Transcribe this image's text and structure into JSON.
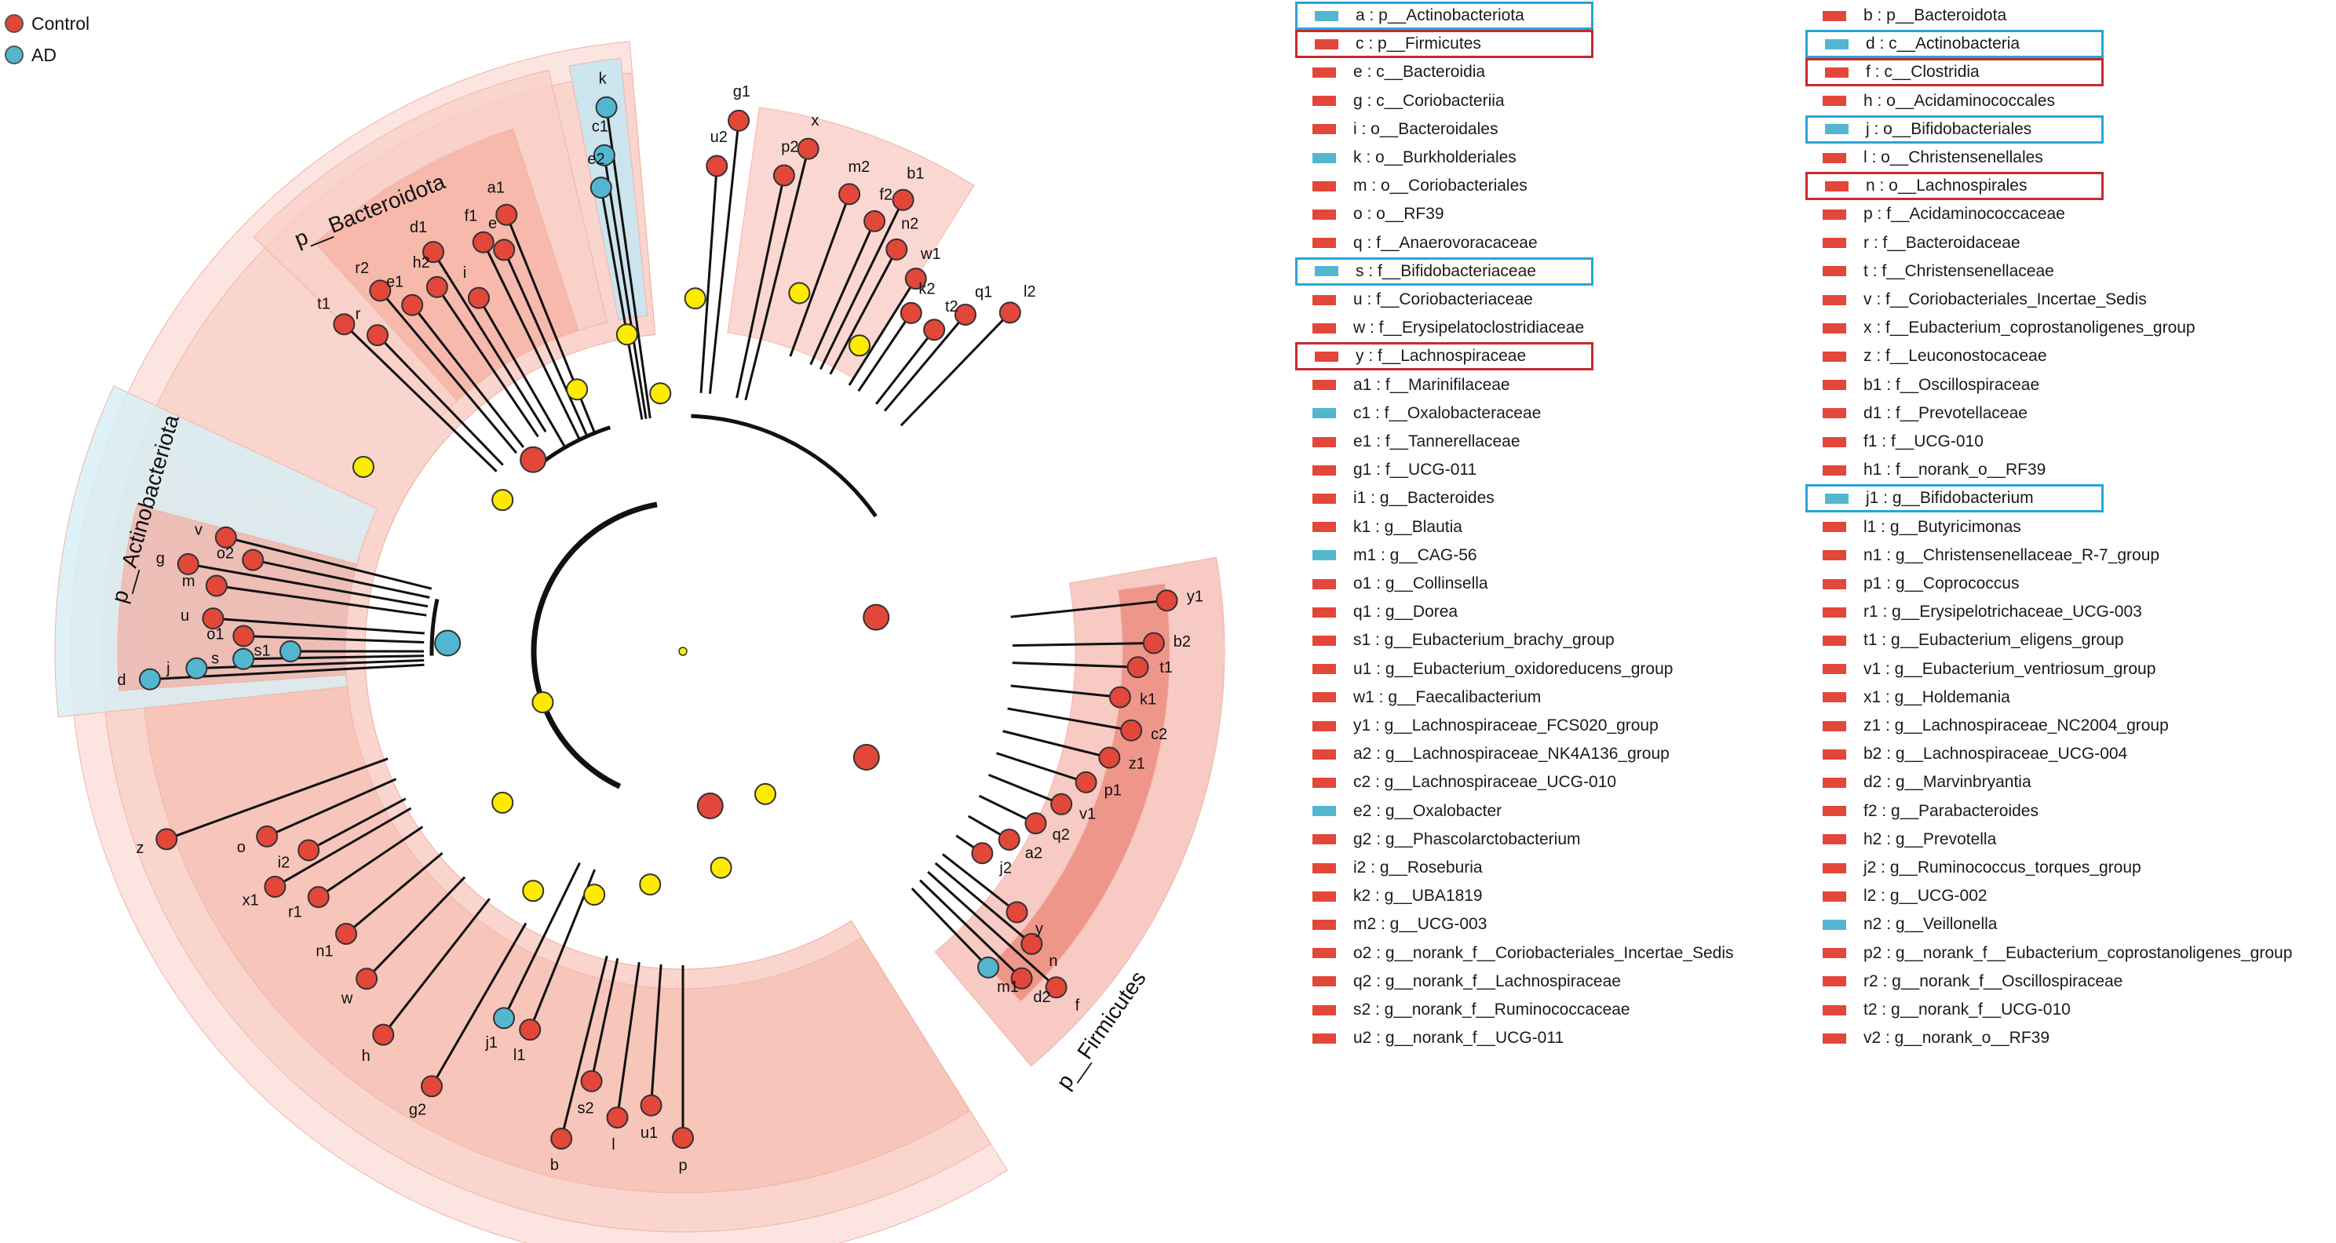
{
  "colors": {
    "control": "#e2473a",
    "ad": "#53b6cf",
    "node_neutral": "#ffeb00",
    "highlight_control": "#c62a2f",
    "highlight_ad": "#27a5d6"
  },
  "group_legend": [
    {
      "label": "Control",
      "group": "control"
    },
    {
      "label": "AD",
      "group": "ad"
    }
  ],
  "clade_labels": {
    "bacteroidota": "p__Bacteroidota",
    "actinobacteriota": "p__Actinobacteriota",
    "firmicutes": "p__Firmicutes"
  },
  "node_labels": {
    "e": "e",
    "i": "i",
    "a1": "a1",
    "f1": "f1",
    "d1": "d1",
    "h2": "h2",
    "e1": "e1",
    "r2": "r2",
    "r": "r",
    "t1": "t1",
    "k": "k",
    "c1": "c1",
    "e2": "e2",
    "g": "g",
    "m": "m",
    "v": "v",
    "o2": "o2",
    "u": "u",
    "o1": "o1",
    "d": "d",
    "j": "j",
    "s": "s",
    "s1": "s1",
    "g1": "g1",
    "u2": "u2",
    "x": "x",
    "p2": "p2",
    "b1": "b1",
    "m2": "m2",
    "f2": "f2",
    "n2": "n2",
    "l2": "l2",
    "z": "z",
    "q1": "q1",
    "t2": "t2",
    "o": "o",
    "k2": "k2",
    "w1": "w1",
    "a2": "a2",
    "j2": "j2",
    "y1": "y1",
    "b2": "b2",
    "t1b": "t1",
    "k1": "k1",
    "c2": "c2",
    "z1": "z1",
    "p1": "p1",
    "v1": "v1",
    "q2": "q2",
    "f": "f",
    "n": "n",
    "y": "y",
    "x1": "x1",
    "h": "h",
    "w": "w",
    "g2": "g2",
    "p": "p",
    "u1": "u1",
    "l": "l",
    "b": "b",
    "s2": "s2",
    "d2": "d2",
    "m1": "m1",
    "r1": "r1",
    "l1": "l1",
    "i2": "i2",
    "n1": "n1",
    "j1": "j1"
  },
  "feature_legend": {
    "left": [
      {
        "text": "a : p__Actinobacteriota",
        "group": "ad",
        "highlight": "ad"
      },
      {
        "text": "c : p__Firmicutes",
        "group": "control",
        "highlight": "control"
      },
      {
        "text": "e : c__Bacteroidia",
        "group": "control"
      },
      {
        "text": "g : c__Coriobacteriia",
        "group": "control"
      },
      {
        "text": "i : o__Bacteroidales",
        "group": "control"
      },
      {
        "text": "k : o__Burkholderiales",
        "group": "ad"
      },
      {
        "text": "m : o__Coriobacteriales",
        "group": "control"
      },
      {
        "text": "o : o__RF39",
        "group": "control"
      },
      {
        "text": "q : f__Anaerovoracaceae",
        "group": "control"
      },
      {
        "text": "s : f__Bifidobacteriaceae",
        "group": "ad",
        "highlight": "ad"
      },
      {
        "text": "u : f__Coriobacteriaceae",
        "group": "control"
      },
      {
        "text": "w : f__Erysipelatoclostridiaceae",
        "group": "control"
      },
      {
        "text": "y : f__Lachnospiraceae",
        "group": "control",
        "highlight": "control"
      },
      {
        "text": "a1 : f__Marinifilaceae",
        "group": "control"
      },
      {
        "text": "c1 : f__Oxalobacteraceae",
        "group": "ad"
      },
      {
        "text": "e1 : f__Tannerellaceae",
        "group": "control"
      },
      {
        "text": "g1 : f__UCG-011",
        "group": "control"
      },
      {
        "text": "i1 : g__Bacteroides",
        "group": "control"
      },
      {
        "text": "k1 : g__Blautia",
        "group": "control"
      },
      {
        "text": "m1 : g__CAG-56",
        "group": "ad"
      },
      {
        "text": "o1 : g__Collinsella",
        "group": "control"
      },
      {
        "text": "q1 : g__Dorea",
        "group": "control"
      },
      {
        "text": "s1 : g__Eubacterium_brachy_group",
        "group": "control"
      },
      {
        "text": "u1 : g__Eubacterium_oxidoreducens_group",
        "group": "control"
      },
      {
        "text": "w1 : g__Faecalibacterium",
        "group": "control"
      },
      {
        "text": "y1 : g__Lachnospiraceae_FCS020_group",
        "group": "control"
      },
      {
        "text": "a2 : g__Lachnospiraceae_NK4A136_group",
        "group": "control"
      },
      {
        "text": "c2 : g__Lachnospiraceae_UCG-010",
        "group": "control"
      },
      {
        "text": "e2 : g__Oxalobacter",
        "group": "ad"
      },
      {
        "text": "g2 : g__Phascolarctobacterium",
        "group": "control"
      },
      {
        "text": "i2 : g__Roseburia",
        "group": "control"
      },
      {
        "text": "k2 : g__UBA1819",
        "group": "control"
      },
      {
        "text": "m2 : g__UCG-003",
        "group": "control"
      },
      {
        "text": "o2 : g__norank_f__Coriobacteriales_Incertae_Sedis",
        "group": "control"
      },
      {
        "text": "q2 : g__norank_f__Lachnospiraceae",
        "group": "control"
      },
      {
        "text": "s2 : g__norank_f__Ruminococcaceae",
        "group": "control"
      },
      {
        "text": "u2 : g__norank_f__UCG-011",
        "group": "control"
      }
    ],
    "right": [
      {
        "text": "b : p__Bacteroidota",
        "group": "control"
      },
      {
        "text": "d : c__Actinobacteria",
        "group": "ad",
        "highlight": "ad"
      },
      {
        "text": "f : c__Clostridia",
        "group": "control",
        "highlight": "control"
      },
      {
        "text": "h : o__Acidaminococcales",
        "group": "control"
      },
      {
        "text": "j : o__Bifidobacteriales",
        "group": "ad",
        "highlight": "ad"
      },
      {
        "text": "l : o__Christensenellales",
        "group": "control"
      },
      {
        "text": "n : o__Lachnospirales",
        "group": "control",
        "highlight": "control"
      },
      {
        "text": "p : f__Acidaminococcaceae",
        "group": "control"
      },
      {
        "text": "r : f__Bacteroidaceae",
        "group": "control"
      },
      {
        "text": "t : f__Christensenellaceae",
        "group": "control"
      },
      {
        "text": "v : f__Coriobacteriales_Incertae_Sedis",
        "group": "control"
      },
      {
        "text": "x : f__Eubacterium_coprostanoligenes_group",
        "group": "control"
      },
      {
        "text": "z : f__Leuconostocaceae",
        "group": "control"
      },
      {
        "text": "b1 : f__Oscillospiraceae",
        "group": "control"
      },
      {
        "text": "d1 : f__Prevotellaceae",
        "group": "control"
      },
      {
        "text": "f1 : f__UCG-010",
        "group": "control"
      },
      {
        "text": "h1 : f__norank_o__RF39",
        "group": "control"
      },
      {
        "text": "j1 : g__Bifidobacterium",
        "group": "ad",
        "highlight": "ad"
      },
      {
        "text": "l1 : g__Butyricimonas",
        "group": "control"
      },
      {
        "text": "n1 : g__Christensenellaceae_R-7_group",
        "group": "control"
      },
      {
        "text": "p1 : g__Coprococcus",
        "group": "control"
      },
      {
        "text": "r1 : g__Erysipelotrichaceae_UCG-003",
        "group": "control"
      },
      {
        "text": "t1 : g__Eubacterium_eligens_group",
        "group": "control"
      },
      {
        "text": "v1 : g__Eubacterium_ventriosum_group",
        "group": "control"
      },
      {
        "text": "x1 : g__Holdemania",
        "group": "control"
      },
      {
        "text": "z1 : g__Lachnospiraceae_NC2004_group",
        "group": "control"
      },
      {
        "text": "b2 : g__Lachnospiraceae_UCG-004",
        "group": "control"
      },
      {
        "text": "d2 : g__Marvinbryantia",
        "group": "control"
      },
      {
        "text": "f2 : g__Parabacteroides",
        "group": "control"
      },
      {
        "text": "h2 : g__Prevotella",
        "group": "control"
      },
      {
        "text": "j2 : g__Ruminococcus_torques_group",
        "group": "control"
      },
      {
        "text": "l2 : g__UCG-002",
        "group": "control"
      },
      {
        "text": "n2 : g__Veillonella",
        "group": "ad"
      },
      {
        "text": "p2 : g__norank_f__Eubacterium_coprostanoligenes_group",
        "group": "control"
      },
      {
        "text": "r2 : g__norank_f__Oscillospiraceae",
        "group": "control"
      },
      {
        "text": "t2 : g__norank_f__UCG-010",
        "group": "control"
      },
      {
        "text": "v2 : g__norank_o__RF39",
        "group": "control"
      }
    ]
  }
}
